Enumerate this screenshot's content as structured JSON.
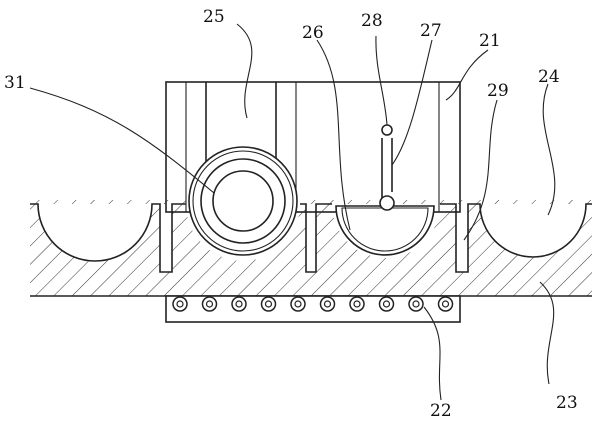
{
  "labels": {
    "l21": "21",
    "l22": "22",
    "l23": "23",
    "l24": "24",
    "l25": "25",
    "l26": "26",
    "l27": "27",
    "l28": "28",
    "l29": "29",
    "l31": "31"
  },
  "roller_count": 10
}
